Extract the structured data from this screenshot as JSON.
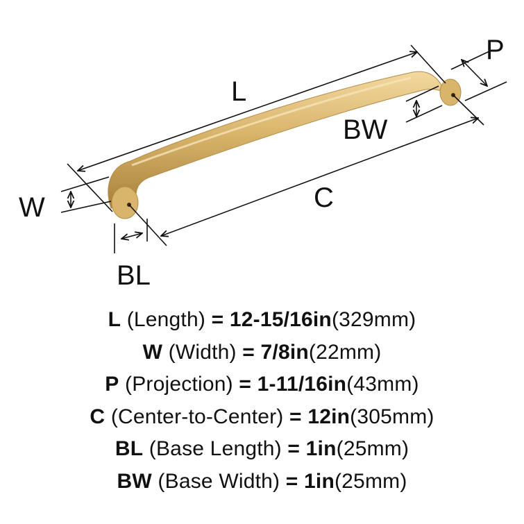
{
  "diagram_labels": {
    "length": "L",
    "projection": "P",
    "base_width": "BW",
    "width": "W",
    "center_to_center": "C",
    "base_length": "BL"
  },
  "colors": {
    "finish_base": "#d9b56c",
    "finish_highlight": "#f2d9a0",
    "finish_shadow": "#a7803b",
    "line": "#111111"
  },
  "specs": [
    {
      "symbol": "L",
      "name": "(Length)",
      "equals": "=",
      "imperial": "12-15/16in",
      "metric": "(329mm)"
    },
    {
      "symbol": "W",
      "name": "(Width)",
      "equals": "=",
      "imperial": "7/8in",
      "metric": "(22mm)"
    },
    {
      "symbol": "P",
      "name": "(Projection)",
      "equals": "=",
      "imperial": "1-11/16in",
      "metric": "(43mm)"
    },
    {
      "symbol": "C",
      "name": "(Center-to-Center)",
      "equals": "=",
      "imperial": "12in",
      "metric": "(305mm)"
    },
    {
      "symbol": "BL",
      "name": "(Base Length)",
      "equals": "=",
      "imperial": "1in",
      "metric": "(25mm)"
    },
    {
      "symbol": "BW",
      "name": "(Base Width)",
      "equals": "=",
      "imperial": "1in",
      "metric": "(25mm)"
    }
  ]
}
